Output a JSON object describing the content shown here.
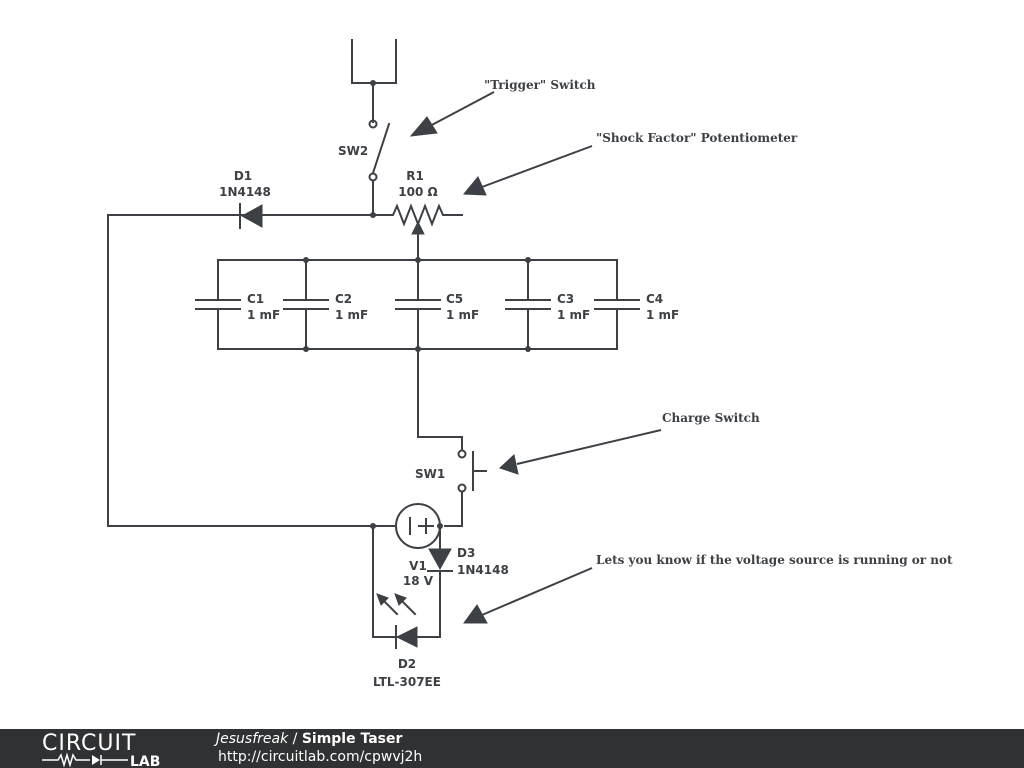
{
  "components": {
    "sw2": {
      "ref": "SW2"
    },
    "d1": {
      "ref": "D1",
      "value": "1N4148"
    },
    "r1": {
      "ref": "R1",
      "value": "100 Ω"
    },
    "c1": {
      "ref": "C1",
      "value": "1 mF"
    },
    "c2": {
      "ref": "C2",
      "value": "1 mF"
    },
    "c5": {
      "ref": "C5",
      "value": "1 mF"
    },
    "c3": {
      "ref": "C3",
      "value": "1 mF"
    },
    "c4": {
      "ref": "C4",
      "value": "1 mF"
    },
    "sw1": {
      "ref": "SW1"
    },
    "v1": {
      "ref": "V1",
      "value": "18 V"
    },
    "d3": {
      "ref": "D3",
      "value": "1N4148"
    },
    "d2": {
      "ref": "D2",
      "value": "LTL-307EE"
    }
  },
  "annotations": {
    "trigger": "\"Trigger\" Switch",
    "shock": "\"Shock Factor\" Potentiometer",
    "charge": "Charge Switch",
    "led": "Lets you know if the voltage source is running or not"
  },
  "footer": {
    "logo_top": "CIRCUIT",
    "logo_bottom": "LAB",
    "author": "Jesusfreak",
    "separator": " / ",
    "title": "Simple Taser",
    "url": "http://circuitlab.com/cpwvj2h"
  },
  "colors": {
    "ink": "#3d4145",
    "footer_bg": "#2f3133",
    "footer_text": "#ffffff"
  }
}
